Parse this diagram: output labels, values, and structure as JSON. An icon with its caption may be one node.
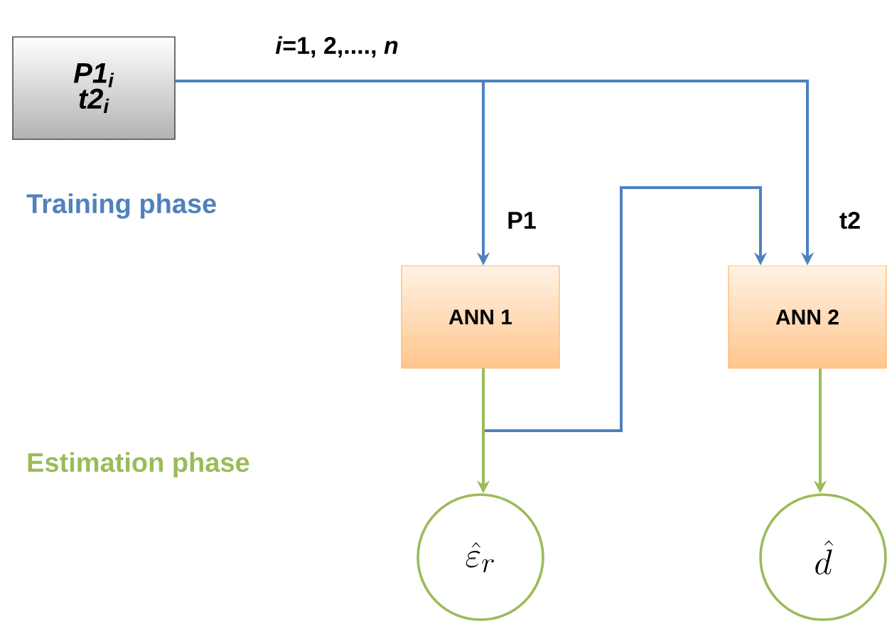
{
  "diagram": {
    "nodes": [
      {
        "text": [
          "P1$_{i}$ t2$_{i}$"
        ]
      },
      {
        "text": [
          "ANN 1"
        ]
      },
      {
        "text": [
          "ANN 2"
        ]
      },
      {
        "text": [
          "\\hat{\\varepsilon}_{r}"
        ]
      },
      {
        "text": [
          "\\hat{d}"
        ]
      }
    ],
    "edges": [
      {
        "from": 0,
        "to": 1,
        "arrow": "to",
        "label": "P1"
      },
      {
        "from": 0,
        "to": 2,
        "arrow": "to",
        "label": "t2"
      },
      {
        "from": 1,
        "to": 2,
        "arrow": "to"
      },
      {
        "from": 1,
        "to": 3,
        "arrow": "to",
        "color": "#9bbb59"
      },
      {
        "from": 2,
        "to": 4,
        "arrow": "to",
        "color": "#9bbb59"
      }
    ],
    "labels": [
      "*i*=1, 2,...., *n*",
      "Training phase",
      "Estimation phase"
    ]
  }
}
